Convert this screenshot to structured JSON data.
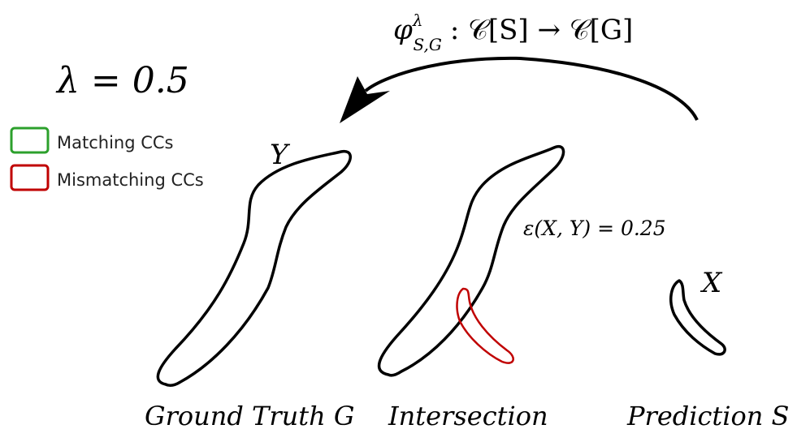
{
  "mapping_label": "φ^λ_{S,G} : 𝒞[S] → 𝒞[G]",
  "mapping": {
    "phi": "φ",
    "sup": "λ",
    "sub": "S,G",
    "rest": ": 𝒞[S] → 𝒞[G]"
  },
  "lambda_label": "λ = 0.5",
  "legend": {
    "items": [
      {
        "label": "Matching CCs",
        "color": "#2ca02c"
      },
      {
        "label": "Mismatching CCs",
        "color": "#c00000"
      }
    ]
  },
  "labels": {
    "y": "Y",
    "x": "X",
    "epsilon": "ε(X, Y) = 0.25"
  },
  "captions": {
    "ground_truth": "Ground Truth G",
    "intersection": "Intersection",
    "prediction": "Prediction S"
  },
  "colors": {
    "outline": "#000000",
    "mismatch": "#c00000",
    "match": "#2ca02c"
  }
}
